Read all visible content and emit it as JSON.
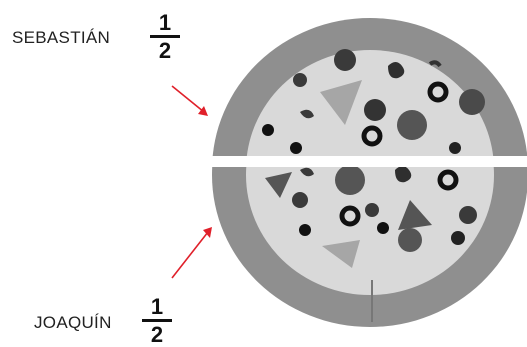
{
  "people": [
    {
      "name": "SEBASTIÁN",
      "fraction": {
        "numerator": "1",
        "denominator": "2"
      }
    },
    {
      "name": "JOAQUÍN",
      "fraction": {
        "numerator": "1",
        "denominator": "2"
      }
    }
  ],
  "colors": {
    "arrow": "#e0202a",
    "crust": "#8f8f8f",
    "cheese": "#d9d9d9",
    "topping_dark": "#3a3a3a"
  }
}
